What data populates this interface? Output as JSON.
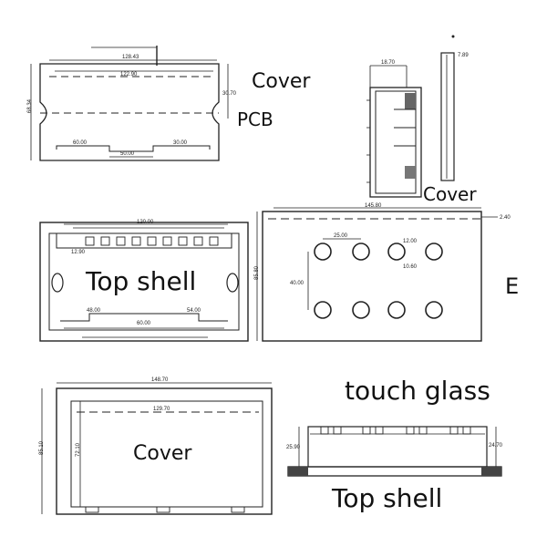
{
  "labels": {
    "cover_top": "Cover",
    "pcb": "PCB",
    "cover_side": "Cover",
    "top_shell_main": "Top shell",
    "e_mark": "E",
    "touch_glass": "touch glass",
    "cover_bottom": "Cover",
    "top_shell_bottom": "Top shell"
  },
  "dimensions": {
    "pcb_top_width": "128.43",
    "pcb_inner_width": "122.90",
    "pcb_height": "68.34",
    "pcb_right_offset": "30.70",
    "pcb_bottom_left": "60.00",
    "pcb_bottom_mid": "50.00",
    "pcb_bottom_right": "30.00",
    "side_top": "18.70",
    "side_thin": "7.89",
    "shell_top_width": "120.00",
    "shell_left_small": "12.90",
    "shell_bottom_left": "48.00",
    "shell_bottom_mid": "60.00",
    "shell_bottom_right": "54.00",
    "glass_width": "145.80",
    "glass_height": "85.80",
    "glass_thickness": "2.40",
    "button_spacing_h": "25.00",
    "button_spacing_v": "40.00",
    "button_dia_outer": "12.00",
    "button_dia_inner": "10.60",
    "frame_width": "148.70",
    "frame_height": "85.10",
    "frame_inner_height": "72.10",
    "frame_inner_width": "129.70",
    "side_height_left": "25.90",
    "side_height_right": "24.70"
  }
}
